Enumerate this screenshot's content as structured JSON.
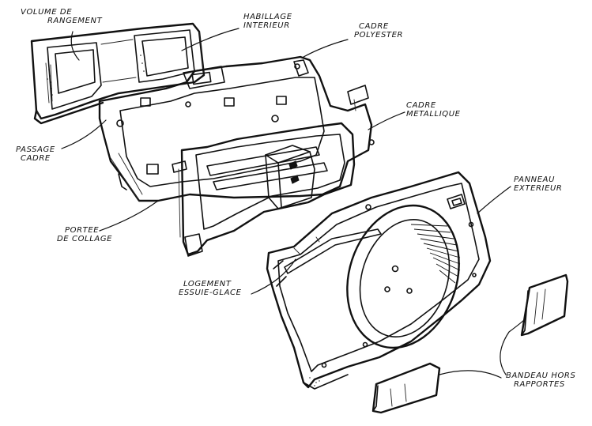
{
  "labels": {
    "volume_rangement": [
      "VOLUME DE",
      "RANGEMENT"
    ],
    "habillage_interieur": [
      "HABILLAGE",
      "INTERIEUR"
    ],
    "cadre_polyester": [
      "CADRE",
      "POLYESTER"
    ],
    "cadre_metallique": [
      "CADRE",
      "METALLIQUE"
    ],
    "passage_cadre": [
      "PASSAGE",
      "CADRE"
    ],
    "panneau_exterieur": [
      "PANNEAU",
      "EXTERIEUR"
    ],
    "portee_de_collage": [
      "PORTEE",
      "DE COLLAGE"
    ],
    "logement_essuie_glace": [
      "LOGEMENT",
      "ESSUIE-GLACE"
    ],
    "bandeau_hors_rapportes": [
      "BANDEAU HORS",
      "RAPPORTES"
    ]
  },
  "colors": {
    "ink": "#111111",
    "paper": "#ffffff"
  }
}
